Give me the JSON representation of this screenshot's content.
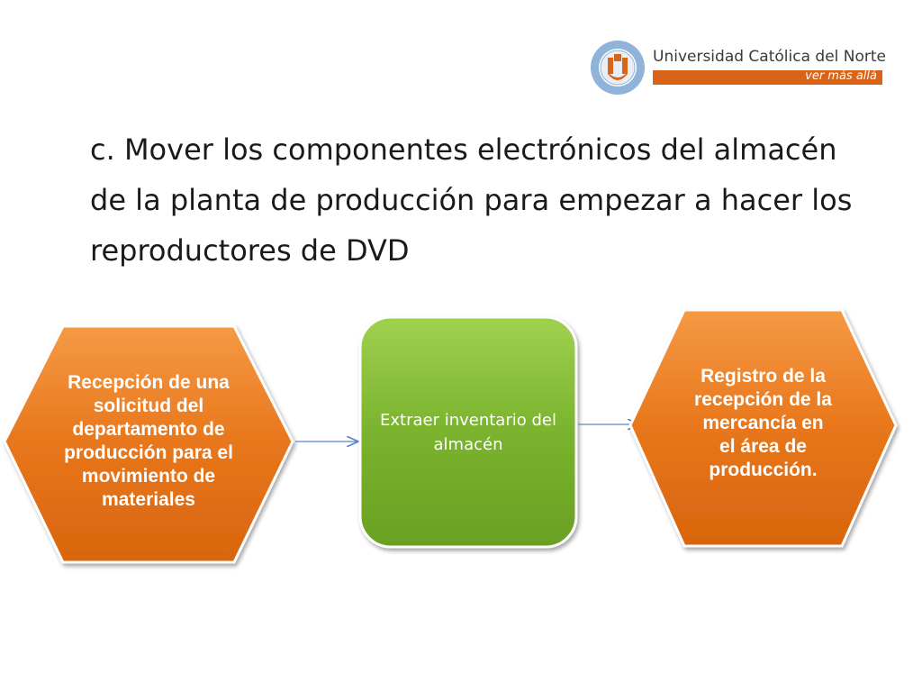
{
  "header": {
    "university_name": "Universidad Católica del Norte",
    "tagline": "ver más allá"
  },
  "slide": {
    "title": "c. Mover los componentes electrónicos del almacén de la planta de producción para empezar a hacer los reproductores de DVD"
  },
  "flow": {
    "steps": [
      {
        "shape": "hexagon",
        "color": "#e8761b",
        "text": "Recepción de una solicitud del departamento de producción para el movimiento de materiales"
      },
      {
        "shape": "rounded-rect",
        "color": "#7ab32e",
        "text": "Extraer inventario del almacén"
      },
      {
        "shape": "hexagon",
        "color": "#e8761b",
        "text": "Registro de la recepción de la mercancía en el área de producción."
      }
    ],
    "arrow_color": "#5b86c7"
  },
  "colors": {
    "brand_orange": "#d96418",
    "seal_blue": "#8fb3d9"
  }
}
